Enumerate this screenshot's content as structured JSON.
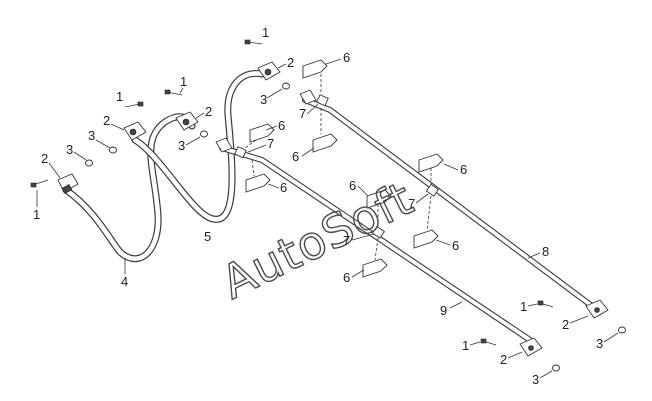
{
  "watermark": "AutoSoft",
  "callouts": {
    "c1a": "1",
    "c1b": "1",
    "c1c": "1",
    "c1d": "1",
    "c1e": "1",
    "c1f": "1",
    "c2a": "2",
    "c2b": "2",
    "c2c": "2",
    "c2d": "2",
    "c2e": "2",
    "c2f": "2",
    "c3a": "3",
    "c3b": "3",
    "c3c": "3",
    "c3d": "3",
    "c3e": "3",
    "c3f": "3",
    "c4": "4",
    "c5": "5",
    "c6a": "6",
    "c6b": "6",
    "c6c": "6",
    "c6d": "6",
    "c6e": "6",
    "c6f": "6",
    "c6g": "6",
    "c6h": "6",
    "c7a": "7",
    "c7b": "7",
    "c7c": "7",
    "c7d": "7",
    "c8": "8",
    "c9": "9"
  }
}
